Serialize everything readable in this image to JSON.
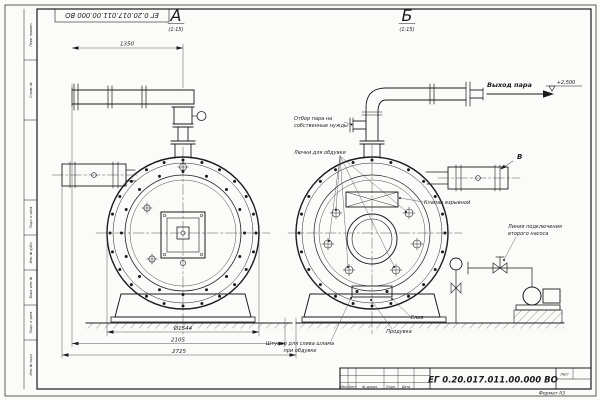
{
  "sheet": {
    "doc_number": "ЕГ 0.20.017.011.00.000  ВО",
    "doc_number_top": "ЕГ 0.20.017.011.00.000 ВО",
    "format_note": "Формат А3",
    "title_block": {
      "columns": [
        "Изм.",
        "Лист",
        "№ докум.",
        "Подп.",
        "Дата"
      ],
      "sheet_label": "Лист"
    },
    "margin_labels": [
      "Перв. примен.",
      "Справ. №",
      "Подп. и дата",
      "Инв. № дубл.",
      "Взам. инв. №",
      "Подп. и дата",
      "Инв. № подл."
    ]
  },
  "views": {
    "a": {
      "label": "А",
      "scale": "(1:15)"
    },
    "b": {
      "label": "Б",
      "scale": "(1:15)"
    },
    "v": {
      "label": "В"
    }
  },
  "annotations": {
    "steam_out": "Выход пара",
    "elevation": "+2,500",
    "steam_own_needs": [
      "Отбор пара на",
      "собственные нужды"
    ],
    "blow_hatches": "Лючки для обдувки",
    "explosion_valve": "Клапан взрывной",
    "second_pump": [
      "Линия подключения",
      "второго насоса"
    ],
    "drain": "Слив",
    "blowdown": "Продувка",
    "sludge_fitting": [
      "Штуцер для слива шлама",
      "при обдувке"
    ]
  },
  "dimensions": {
    "top_span": "1350",
    "diameter": "Ø1544",
    "span_inner": "2105",
    "span_outer": "2725"
  }
}
